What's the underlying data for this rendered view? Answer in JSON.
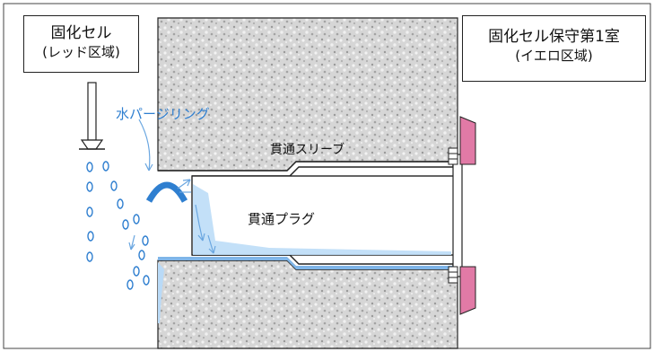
{
  "labels": {
    "cell_left_line1": "固化セル",
    "cell_left_line2": "(レッド区域)",
    "room_right_line1": "固化セル保守第1室",
    "room_right_line2": "(イエロ区域)",
    "water_purging": "水パージリング",
    "sleeve": "貫通スリーブ",
    "plug": "貫通プラグ"
  },
  "colors": {
    "concrete": "#dcdcdc",
    "water_blue": "#2f7fd0",
    "water_light": "#b9daf7",
    "flange_pink": "#e17aa6",
    "outline": "#222222"
  }
}
